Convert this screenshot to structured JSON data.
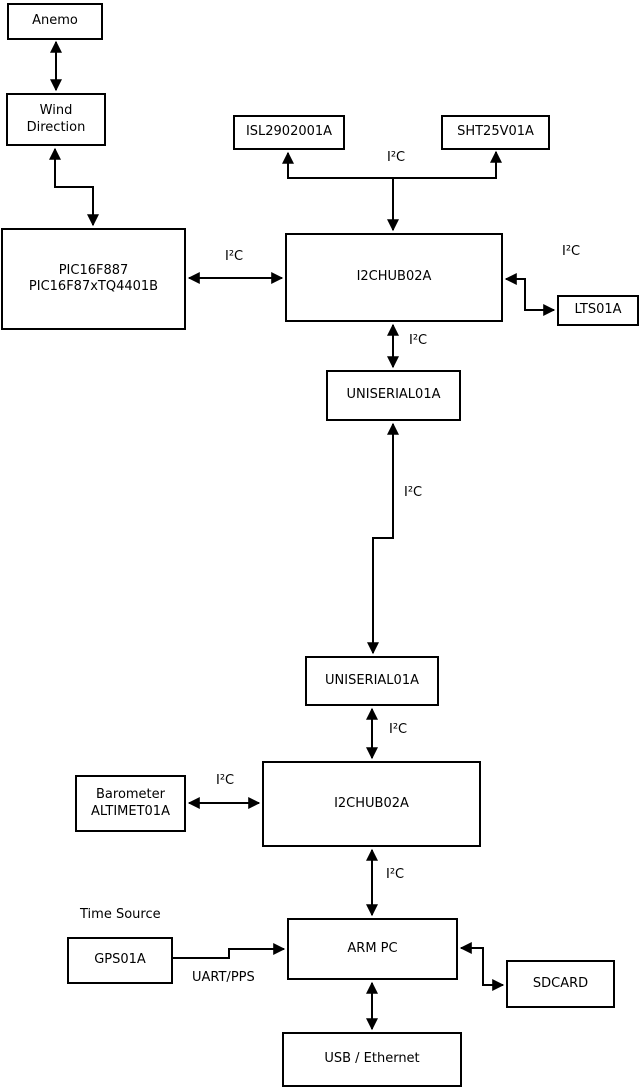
{
  "diagram": {
    "colors": {
      "line": "#000000",
      "box_border": "#000000",
      "box_fill": "#ffffff",
      "background": "#ffffff",
      "text": "#000000"
    },
    "nodes": {
      "anemo": {
        "label": "Anemo"
      },
      "wind": {
        "line1": "Wind",
        "line2": "Direction"
      },
      "pic": {
        "line1": "PIC16F887",
        "line2": "PIC16F87xTQ4401B"
      },
      "isl": {
        "label": "ISL2902001A"
      },
      "sht": {
        "label": "SHT25V01A"
      },
      "hub1": {
        "label": "I2CHUB02A"
      },
      "lts": {
        "label": "LTS01A"
      },
      "uni1": {
        "label": "UNISERIAL01A"
      },
      "uni2": {
        "label": "UNISERIAL01A"
      },
      "hub2": {
        "label": "I2CHUB02A"
      },
      "baro": {
        "line1": "Barometer",
        "line2": "ALTIMET01A"
      },
      "gps": {
        "label": "GPS01A"
      },
      "armpc": {
        "label": "ARM PC"
      },
      "sdcard": {
        "label": "SDCARD"
      },
      "usb": {
        "label": "USB / Ethernet"
      }
    },
    "labels": {
      "time_source": "Time Source"
    },
    "edge_labels": {
      "pic_hub1": "I²C",
      "hub1_sensors": "I²C",
      "hub1_lts": "I²C",
      "hub1_uni1": "I²C",
      "uni1_uni2": "I²C",
      "uni2_hub2": "I²C",
      "baro_hub2": "I²C",
      "hub2_armpc": "I²C",
      "gps_armpc": "UART/PPS"
    }
  }
}
